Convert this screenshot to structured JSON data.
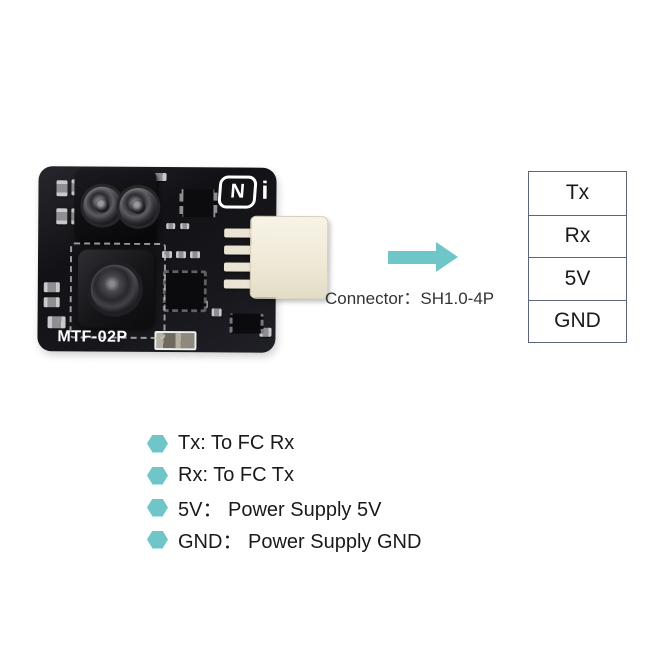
{
  "board": {
    "model_label": "MTF-02P",
    "logo_text": "N",
    "logo_suffix": "i"
  },
  "connector": {
    "label": "Connector：SH1.0-4P",
    "type_icon": "sh1.0-4p-connector"
  },
  "arrow": {
    "icon": "right-arrow"
  },
  "pin_table": {
    "rows": [
      "Tx",
      "Rx",
      "5V",
      "GND"
    ]
  },
  "legend": {
    "bullet_icon": "hexagon",
    "items": [
      "Tx: To FC Rx",
      "Rx: To FC Tx",
      "5V： Power Supply 5V",
      "GND： Power Supply GND"
    ]
  },
  "colors": {
    "accent_teal": "#6FC6C9",
    "table_border": "#5B6478",
    "board_black": "#141418",
    "connector_cream": "#F2EDDD",
    "text": "#1A1A1A"
  }
}
